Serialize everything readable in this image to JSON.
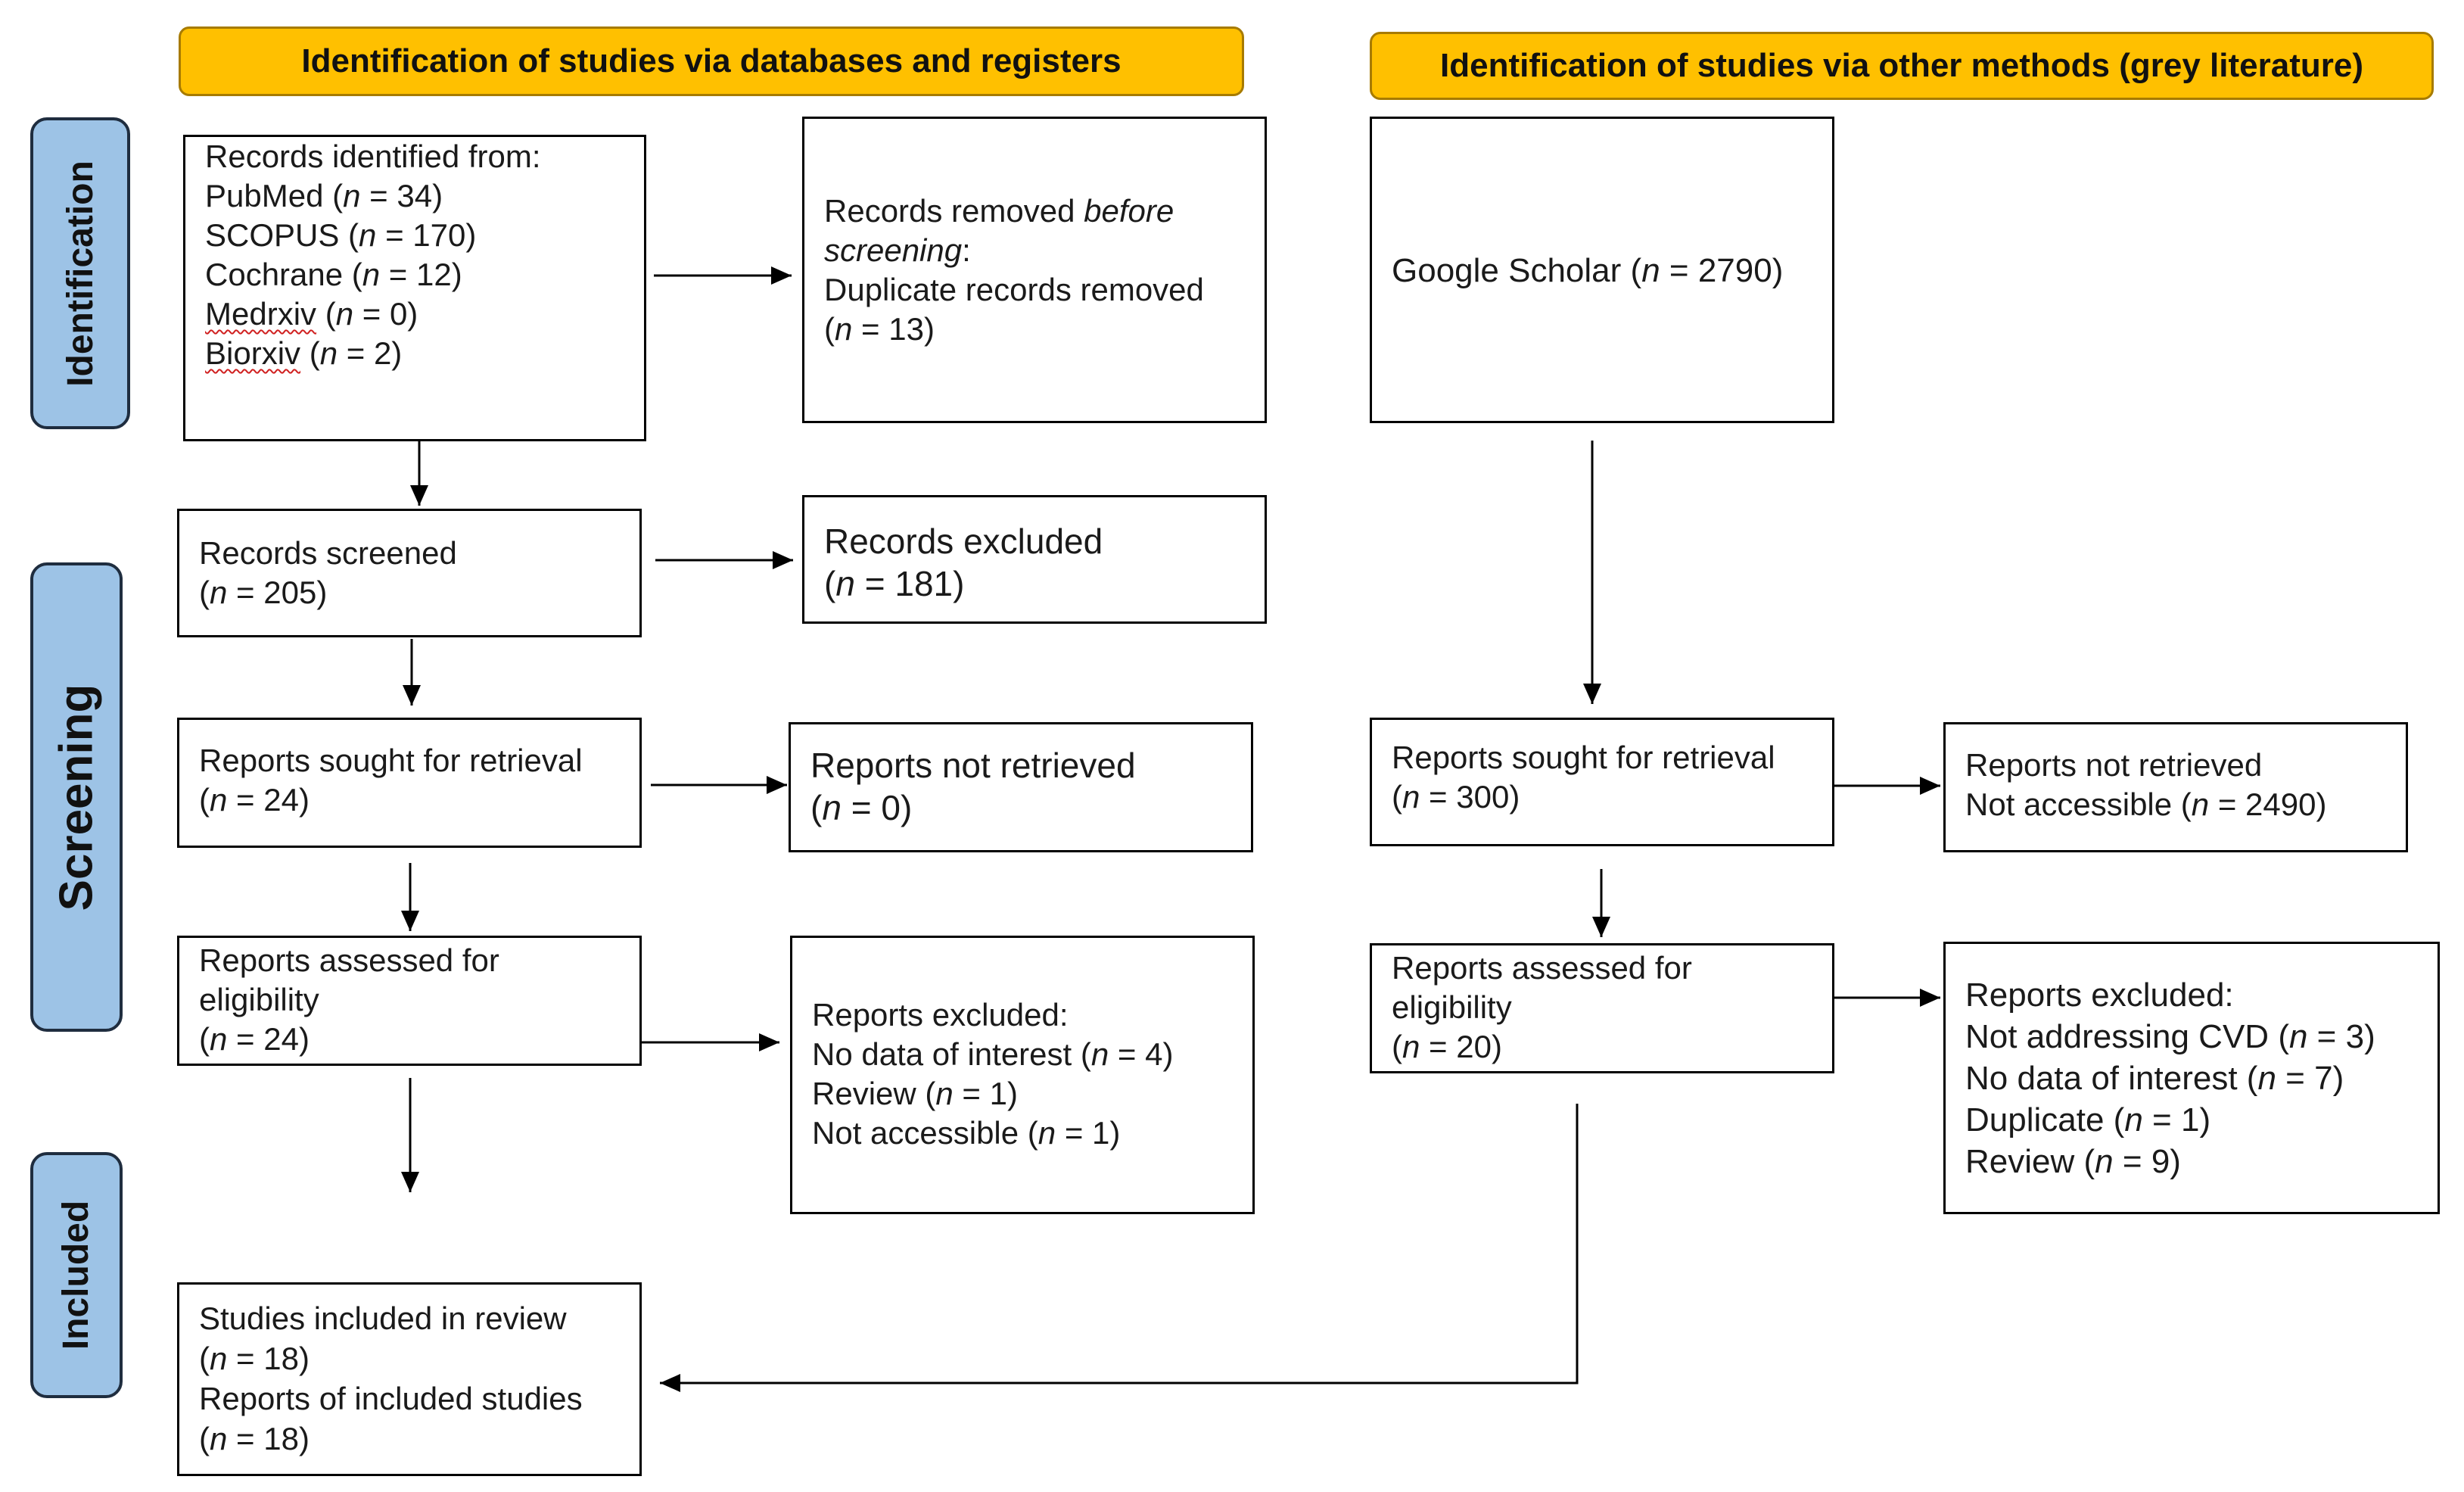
{
  "headers": {
    "databases": "Identification of studies via databases and registers",
    "other": "Identification of studies via other methods (grey literature)"
  },
  "phases": {
    "identification": "Identification",
    "screening": "Screening",
    "included": "Included"
  },
  "colors": {
    "header_fill": "#ffc000",
    "phase_fill": "#9dc3e6",
    "box_border": "#000000",
    "spellcheck_underline": "#d02020"
  },
  "databases": {
    "records_identified": {
      "title": "Records identified from:",
      "sources": [
        {
          "name": "PubMed",
          "count": "34"
        },
        {
          "name": "SCOPUS",
          "count": "170"
        },
        {
          "name": "Cochrane",
          "count": "12"
        },
        {
          "name": "Medrxiv",
          "count": "0"
        },
        {
          "name": "Biorxiv",
          "count": "2"
        }
      ]
    },
    "records_removed": {
      "line1": "Records removed",
      "line1_italic": "before",
      "line2_italic": "screening",
      "line2_suffix": ":",
      "line3": "Duplicate records removed",
      "count": "13"
    },
    "records_screened": {
      "title": "Records screened",
      "count": "205"
    },
    "records_excluded": {
      "title": "Records excluded",
      "count": "181"
    },
    "sought": {
      "title": "Reports sought for retrieval",
      "count": "24"
    },
    "not_retrieved": {
      "title": "Reports not retrieved",
      "count": "0"
    },
    "assessed": {
      "line1": "Reports assessed for",
      "line2": "eligibility",
      "count": "24"
    },
    "excluded": {
      "title": "Reports excluded:",
      "reasons": [
        {
          "label": "No data of interest",
          "count": "4"
        },
        {
          "label": "Review",
          "count": "1"
        },
        {
          "label": "Not accessible",
          "count": "1"
        }
      ]
    },
    "included": {
      "studies_label": "Studies included in review",
      "studies_count": "18",
      "reports_label": "Reports of included studies",
      "reports_count": "18"
    }
  },
  "other": {
    "google": {
      "label": "Google Scholar",
      "count": "2790"
    },
    "sought": {
      "title": "Reports sought for retrieval",
      "count": "300"
    },
    "not_retrieved": {
      "title": "Reports not retrieved",
      "reason": "Not accessible",
      "count": "2490"
    },
    "assessed": {
      "line1": "Reports assessed for",
      "line2": "eligibility",
      "count": "20"
    },
    "excluded": {
      "title": "Reports excluded:",
      "reasons": [
        {
          "label": "Not addressing CVD",
          "count": "3"
        },
        {
          "label": "No data of interest",
          "count": "7"
        },
        {
          "label": "Duplicate",
          "count": "1"
        },
        {
          "label": "Review",
          "count": "9"
        }
      ]
    }
  },
  "symbols": {
    "n": "n",
    "eq": " = ",
    "open": "(",
    "close": ")"
  }
}
